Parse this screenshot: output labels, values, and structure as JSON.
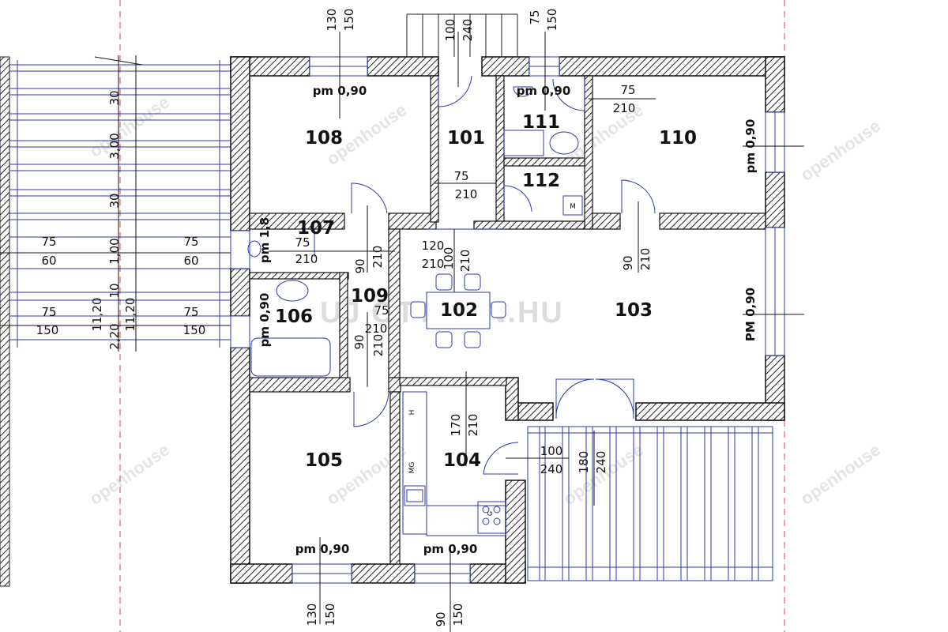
{
  "rooms": {
    "r108": "108",
    "r101": "101",
    "r111": "111",
    "r110": "110",
    "r112": "112",
    "r107": "107",
    "r109": "109",
    "r106": "106",
    "r102": "102",
    "r103": "103",
    "r105": "105",
    "r104": "104"
  },
  "windows": {
    "w108": "pm 0,90",
    "w111": "pm 0,90",
    "w110": "pm 0,90",
    "w103": "PM 0,90",
    "w106": "pm 0,90",
    "w105": "pm 0,90",
    "w104": "pm 0,90",
    "w107": "pm 1,8"
  },
  "dims": {
    "top_a1": "130",
    "top_a2": "150",
    "top_b1": "100",
    "top_b2": "240",
    "top_c1": "75",
    "top_c2": "150",
    "bot_a1": "130",
    "bot_a2": "150",
    "bot_b1": "90",
    "bot_b2": "150",
    "d110_1": "75",
    "d110_2": "210",
    "d112_1": "75",
    "d112_2": "210",
    "d107_1": "75",
    "d107_2": "210",
    "d108_1": "90",
    "d108_2": "210",
    "d102_1": "120",
    "d102_2": "210",
    "d102_3": "100",
    "d102_4": "210",
    "d103_1": "90",
    "d103_2": "210",
    "d109_1": "75",
    "d109_2": "210",
    "d109v_1": "90",
    "d109v_2": "210",
    "d104_1": "170",
    "d104_2": "210",
    "d104e_1": "100",
    "d104e_2": "240",
    "d104v_1": "180",
    "d104v_2": "240",
    "ter_30a": "30",
    "ter_300": "3,00",
    "ter_30b": "30",
    "ter_100": "1,00",
    "ter_10": "10",
    "ter_1120a": "11,20",
    "ter_220": "2,20",
    "ter_1120b": "11,20",
    "ter_l75a": "75",
    "ter_l60": "60",
    "ter_r75a": "75",
    "ter_r60": "60",
    "ter_l75b": "75",
    "ter_l150": "150",
    "ter_r75b": "75",
    "ter_r150": "150"
  },
  "fixtures": {
    "hood": "H",
    "mg": "MG",
    "m": "M",
    "stove": "G"
  },
  "watermarks": {
    "brand": "openhouse",
    "site": "OTTHON.HU",
    "site_sep": "UJ"
  }
}
